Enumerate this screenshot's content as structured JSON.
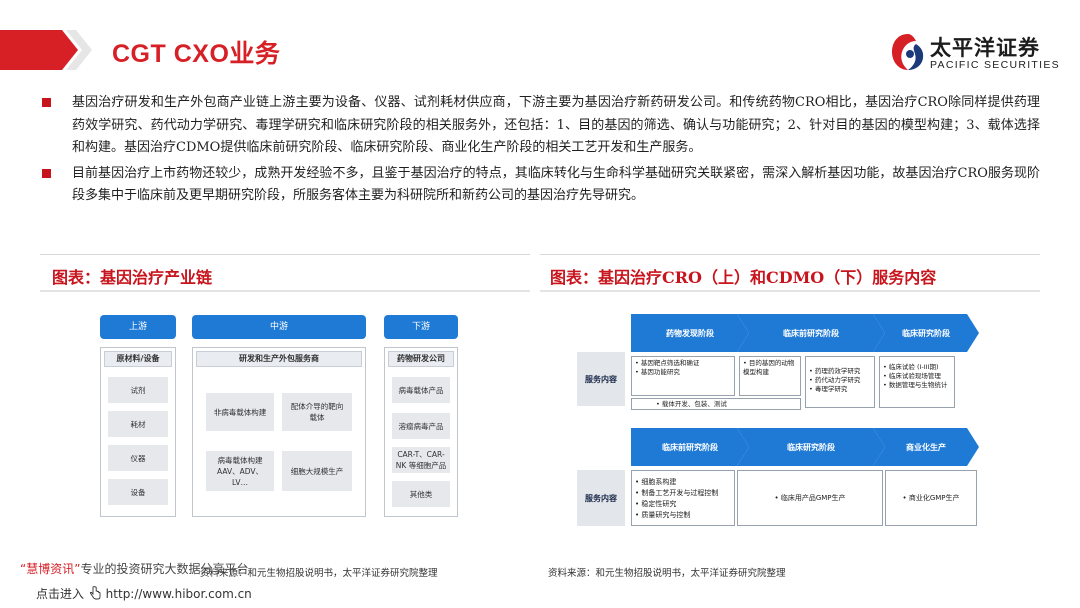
{
  "header": {
    "title": "CGT CXO业务",
    "logo_cn": "太平洋证券",
    "logo_en": "PACIFIC SECURITIES"
  },
  "bullets": [
    "基因治疗研发和生产外包商产业链上游主要为设备、仪器、试剂耗材供应商，下游主要为基因治疗新药研发公司。和传统药物CRO相比，基因治疗CRO除同样提供药理药效学研究、药代动力学研究、毒理学研究和临床研究阶段的相关服务外，还包括：1、目的基因的筛选、确认与功能研究；2、针对目的基因的模型构建；3、载体选择和构建。基因治疗CDMO提供临床前研究阶段、临床研究阶段、商业化生产阶段的相关工艺开发和生产服务。",
    "目前基因治疗上市药物还较少，成熟开发经验不多，且鉴于基因治疗的特点，其临床转化与生命科学基础研究关联紧密，需深入解析基因功能，故基因治疗CRO服务现阶段多集中于临床前及更早期研究阶段，所服务客体主要为科研院所和新药公司的基因治疗先导研究。"
  ],
  "left_section": {
    "title": "图表：基因治疗产业链",
    "upstream": {
      "chip": "上游",
      "head": "原材料/设备",
      "items": [
        "试剂",
        "耗材",
        "仪器",
        "设备"
      ]
    },
    "midstream": {
      "chip": "中游",
      "head": "研发和生产外包服务商",
      "items": [
        "非病毒载体构建",
        "配体介导的靶向载体",
        "病毒载体构建 AAV、ADV、LV…",
        "细胞大规模生产"
      ]
    },
    "downstream": {
      "chip": "下游",
      "head": "药物研发公司",
      "items": [
        "病毒载体产品",
        "溶瘤病毒产品",
        "CAR-T、CAR-NK 等细胞产品",
        "其他类"
      ]
    },
    "source": "资料来源：和元生物招股说明书，太平洋证券研究院整理"
  },
  "right_section": {
    "title": "图表：基因治疗CRO（上）和CDMO（下）服务内容",
    "cro": {
      "label": "服务内容",
      "stages": [
        "药物发现阶段",
        "临床前研究阶段",
        "临床研究阶段"
      ],
      "box1": [
        "• 基因靶点筛选和确证",
        "• 基因功能研究"
      ],
      "box2": [
        "• 目的基因的动物",
        "  模型构建"
      ],
      "box3": [
        "• 药理药效学研究",
        "• 药代动力学研究",
        "• 毒理学研究"
      ],
      "box4": [
        "• 临床试验 (I-III期)",
        "• 临床试验现场管理",
        "• 数据管理与生物统计"
      ],
      "bottom": "• 载体开发、包装、测试"
    },
    "cdmo": {
      "label": "服务内容",
      "stages": [
        "临床前研究阶段",
        "临床研究阶段",
        "商业化生产"
      ],
      "box1": [
        "• 细胞系构建",
        "• 制备工艺开发与过程控制",
        "• 稳定性研究",
        "• 质量研究与控制"
      ],
      "box2": "• 临床用产品GMP生产",
      "box3": "• 商业化GMP生产"
    },
    "source": "资料来源：和元生物招股说明书，太平洋证券研究院整理"
  },
  "watermark": {
    "line1_q": "“慧博资讯”",
    "line1": "专业的投资研究大数据分享平台",
    "line2_prefix": "点击进入",
    "line2_url": "http://www.hibor.com.cn"
  },
  "colors": {
    "brand_red": "#d71f26",
    "diagram_blue": "#1f7ad6"
  }
}
